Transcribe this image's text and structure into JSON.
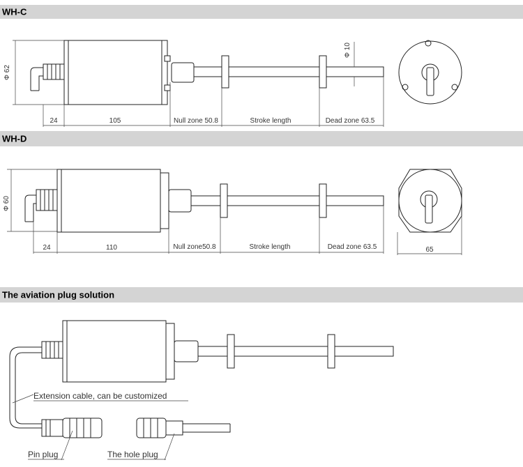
{
  "sections": {
    "wh_c": {
      "title": "WH-C"
    },
    "wh_d": {
      "title": "WH-D"
    },
    "plug": {
      "title": "The aviation plug solution"
    }
  },
  "wh_c_dims": {
    "diameter": "Φ 62",
    "rod_diameter": "Φ 10",
    "cable": "24",
    "body": "105",
    "null_zone": "Null zone 50.8",
    "stroke": "Stroke length",
    "dead_zone": "Dead zone 63.5"
  },
  "wh_d_dims": {
    "diameter": "Φ 60",
    "cable": "24",
    "body": "110",
    "null_zone": "Null zone50.8",
    "stroke": "Stroke length",
    "dead_zone": "Dead zone 63.5",
    "end_width": "65"
  },
  "plug_labels": {
    "extension": "Extension cable, can be customized",
    "pin_plug": "Pin plug",
    "hole_plug": "The hole plug"
  }
}
